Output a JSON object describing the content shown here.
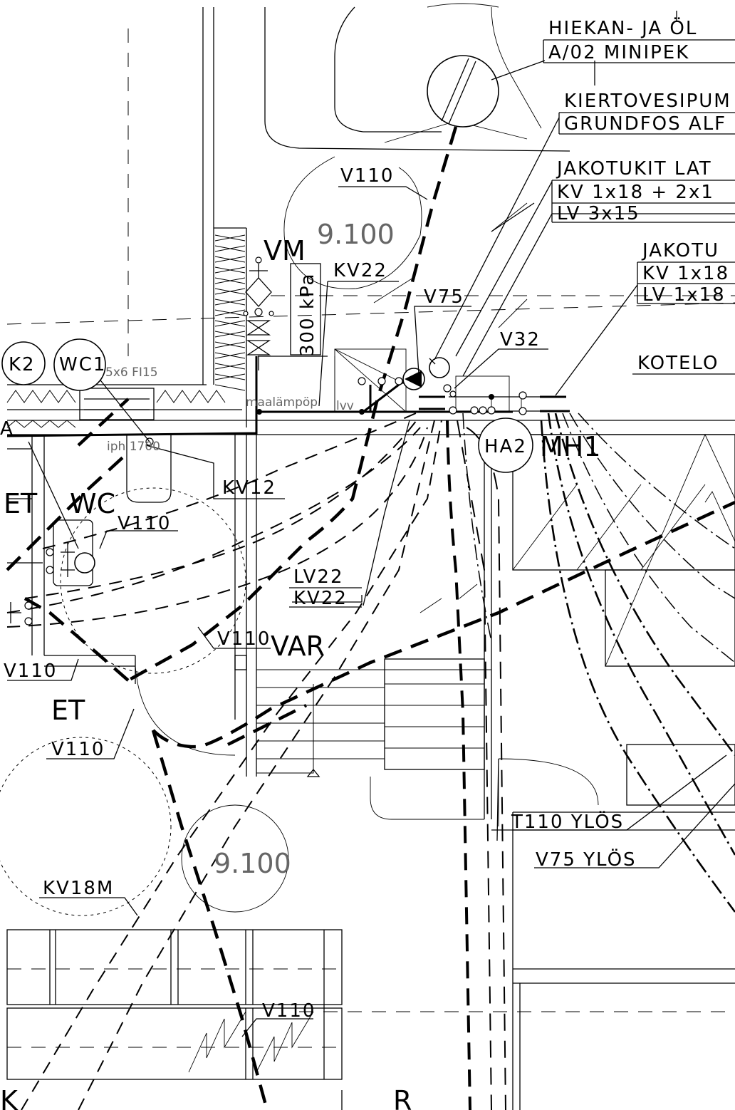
{
  "labels": {
    "hiekan_title": "HIEKAN- JA ÖL",
    "hiekan_sub": "A/02 MINIPEK",
    "kierto_title": "KIERTOVESIPUM",
    "kierto_sub": "GRUNDFOS ALF",
    "jakotukit_title": "JAKOTUKIT LAT",
    "jakotukit_kv": "KV 1x18 + 2x1",
    "jakotukit_lv": "LV 3x15",
    "jakotu2_title": "JAKOTU",
    "jakotu2_kv": "KV 1x18",
    "jakotu2_lv": "LV 1x18",
    "kotelo": "KOTELO",
    "v110_top": "V110",
    "level_top": "9.100",
    "vm": "VM",
    "kv22_top": "KV22",
    "pressure": "300 kPa",
    "v75": "V75",
    "v32": "V32",
    "k2": "K2",
    "wc1": "WC1",
    "fi15": "5x6 FI15",
    "maalampo": "maalämpöp",
    "lvv": "lvv",
    "iph": "iph 1700",
    "wc": "WC",
    "kv12": "KV12",
    "ha2": "HA2",
    "mh1": "MH1",
    "et_top": "ET",
    "v110_mid": "V110",
    "lv22": "LV22",
    "kv22_mid": "KV22",
    "v110_var": "V110",
    "var": "VAR",
    "v110_left": "V110",
    "et": "ET",
    "v110_low": "V110",
    "t110": "T110 YLÖS",
    "v75_ylos": "V75 YLÖS",
    "level_low": "9.100",
    "kv18m": "KV18M",
    "v110_bottom": "V110",
    "k": "K",
    "r": "R",
    "a_left": "A"
  }
}
